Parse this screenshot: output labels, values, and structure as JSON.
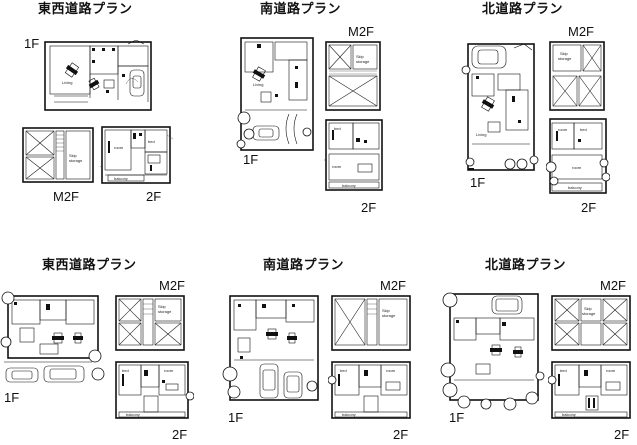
{
  "titles": {
    "ew_top": "東西道路プラン",
    "s_top": "南道路プラン",
    "n_top": "北道路プラン",
    "ew_bottom": "東西道路プラン",
    "s_bottom": "南道路プラン",
    "n_bottom": "北道路プラン"
  },
  "floors": {
    "f1": "1F",
    "m2": "M2F",
    "f2": "2F"
  },
  "room_labels": {
    "living": "Living",
    "storage": "Skip storage",
    "room": "room",
    "bed": "bed room",
    "balcony": "balcony"
  }
}
